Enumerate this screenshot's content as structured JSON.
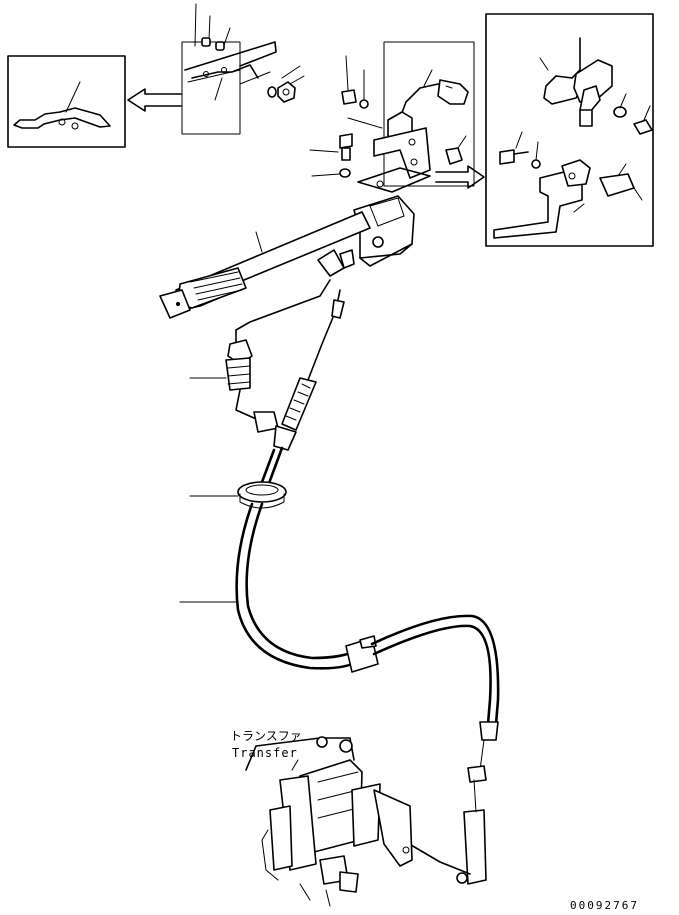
{
  "labels": {
    "transfer_jp": "トランスファ",
    "transfer_en": "Transfer",
    "drawing_code": "00092767"
  }
}
